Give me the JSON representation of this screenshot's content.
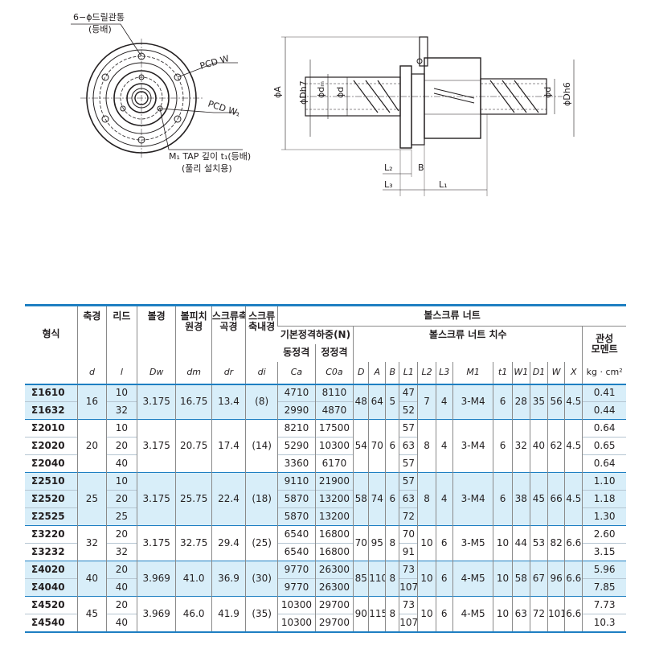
{
  "drawing": {
    "drill_note": "6−ϕ드릴관통",
    "drill_note_sub": "(등배)",
    "pcd_w": "PCD  W",
    "pcd_w1": "PCD W₁",
    "tap_note": "M₁ TAP 깊이 t₁(등배)",
    "tap_note_sub": "(풀리 설치용)",
    "dim_a": "ϕA",
    "dim_dh7": "ϕDh7",
    "dim_dm": "ϕdₘ",
    "dim_d": "ϕd",
    "dim_d_right": "ϕd",
    "dim_dh6": "ϕDh6",
    "dim_l2": "L₂",
    "dim_b": "B",
    "dim_l3": "L₃",
    "dim_l1": "L₁"
  },
  "table": {
    "header": {
      "model": "형식",
      "shaft": "축경",
      "lead": "리드",
      "ball": "볼경",
      "pitch1": "볼피치",
      "pitch2": "원경",
      "root1": "스크류축",
      "root2": "곡경",
      "inner1": "스크류",
      "inner2": "축내경",
      "load": "기본정격하중(N)",
      "dyn": "동정격",
      "stat": "정정격",
      "nut": "볼스크류 너트",
      "nutdim": "볼스크류 너트 치수",
      "inertia1": "관성",
      "inertia2": "모멘트"
    },
    "symbols": {
      "d": "d",
      "l": "l",
      "Dw": "Dw",
      "dm": "dm",
      "dr": "dr",
      "di": "di",
      "Ca": "Ca",
      "C0a": "C0a",
      "D": "D",
      "A": "A",
      "B": "B",
      "L1": "L1",
      "L2": "L2",
      "L3": "L3",
      "M1": "M1",
      "t1": "t1",
      "W1": "W1",
      "D1": "D1",
      "W": "W",
      "X": "X",
      "unit": "kg · cm²"
    },
    "groups": [
      {
        "shaft": "16",
        "ball": "3.175",
        "pitch": "16.75",
        "root": "13.4",
        "inner": "(8)",
        "D": "48",
        "A": "64",
        "B": "5",
        "L2": "7",
        "L3": "4",
        "M1": "3-M4",
        "t1": "6",
        "W1": "28",
        "D1": "35",
        "W": "56",
        "X": "4.5",
        "rows": [
          {
            "model": "Σ1610",
            "lead": "10",
            "ca": "4710",
            "c0a": "8110",
            "l1": "47",
            "inertia": "0.41"
          },
          {
            "model": "Σ1632",
            "lead": "32",
            "ca": "2990",
            "c0a": "4870",
            "l1": "52",
            "inertia": "0.44"
          }
        ]
      },
      {
        "shaft": "20",
        "ball": "3.175",
        "pitch": "20.75",
        "root": "17.4",
        "inner": "(14)",
        "D": "54",
        "A": "70",
        "B": "6",
        "L2": "8",
        "L3": "4",
        "M1": "3-M4",
        "t1": "6",
        "W1": "32",
        "D1": "40",
        "W": "62",
        "X": "4.5",
        "rows": [
          {
            "model": "Σ2010",
            "lead": "10",
            "ca": "8210",
            "c0a": "17500",
            "l1": "57",
            "inertia": "0.64"
          },
          {
            "model": "Σ2020",
            "lead": "20",
            "ca": "5290",
            "c0a": "10300",
            "l1": "63",
            "inertia": "0.65"
          },
          {
            "model": "Σ2040",
            "lead": "40",
            "ca": "3360",
            "c0a": "6170",
            "l1": "57",
            "inertia": "0.64"
          }
        ]
      },
      {
        "shaft": "25",
        "ball": "3.175",
        "pitch": "25.75",
        "root": "22.4",
        "inner": "(18)",
        "D": "58",
        "A": "74",
        "B": "6",
        "L2": "8",
        "L3": "4",
        "M1": "3-M4",
        "t1": "6",
        "W1": "38",
        "D1": "45",
        "W": "66",
        "X": "4.5",
        "rows": [
          {
            "model": "Σ2510",
            "lead": "10",
            "ca": "9110",
            "c0a": "21900",
            "l1": "57",
            "inertia": "1.10"
          },
          {
            "model": "Σ2520",
            "lead": "20",
            "ca": "5870",
            "c0a": "13200",
            "l1": "63",
            "inertia": "1.18"
          },
          {
            "model": "Σ2525",
            "lead": "25",
            "ca": "5870",
            "c0a": "13200",
            "l1": "72",
            "inertia": "1.30"
          }
        ]
      },
      {
        "shaft": "32",
        "ball": "3.175",
        "pitch": "32.75",
        "root": "29.4",
        "inner": "(25)",
        "D": "70",
        "A": "95",
        "B": "8",
        "L2": "10",
        "L3": "6",
        "M1": "3-M5",
        "t1": "10",
        "W1": "44",
        "D1": "53",
        "W": "82",
        "X": "6.6",
        "rows": [
          {
            "model": "Σ3220",
            "lead": "20",
            "ca": "6540",
            "c0a": "16800",
            "l1": "70",
            "inertia": "2.60"
          },
          {
            "model": "Σ3232",
            "lead": "32",
            "ca": "6540",
            "c0a": "16800",
            "l1": "91",
            "inertia": "3.15"
          }
        ]
      },
      {
        "shaft": "40",
        "ball": "3.969",
        "pitch": "41.0",
        "root": "36.9",
        "inner": "(30)",
        "D": "85",
        "A": "110",
        "B": "8",
        "L2": "10",
        "L3": "6",
        "M1": "4-M5",
        "t1": "10",
        "W1": "58",
        "D1": "67",
        "W": "96",
        "X": "6.6",
        "rows": [
          {
            "model": "Σ4020",
            "lead": "20",
            "ca": "9770",
            "c0a": "26300",
            "l1": "73",
            "inertia": "5.96"
          },
          {
            "model": "Σ4040",
            "lead": "40",
            "ca": "9770",
            "c0a": "26300",
            "l1": "107",
            "inertia": "7.85"
          }
        ]
      },
      {
        "shaft": "45",
        "ball": "3.969",
        "pitch": "46.0",
        "root": "41.9",
        "inner": "(35)",
        "D": "90",
        "A": "115",
        "B": "8",
        "L2": "10",
        "L3": "6",
        "M1": "4-M5",
        "t1": "10",
        "W1": "63",
        "D1": "72",
        "W": "101",
        "X": "6.6",
        "rows": [
          {
            "model": "Σ4520",
            "lead": "20",
            "ca": "10300",
            "c0a": "29700",
            "l1": "73",
            "inertia": "7.73"
          },
          {
            "model": "Σ4540",
            "lead": "40",
            "ca": "10300",
            "c0a": "29700",
            "l1": "107",
            "inertia": "10.3"
          }
        ]
      }
    ]
  }
}
